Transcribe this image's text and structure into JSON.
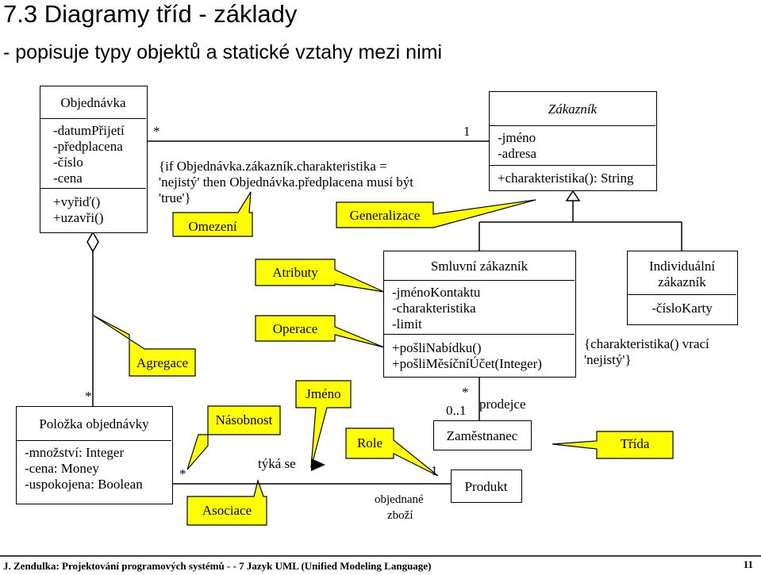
{
  "slide": {
    "title": "7.3 Diagramy tříd - základy",
    "subtitle": "- popisuje typy objektů a statické vztahy mezi nimi",
    "footer": "J. Zendulka: Projektování programových systémů - - 7 Jazyk UML (Unified Modeling Language)",
    "page_number": "11"
  },
  "classes": {
    "objednavka": {
      "name": "Objednávka",
      "attributes": [
        "-datumPřijetí",
        "-předplacena",
        "-číslo",
        "-cena"
      ],
      "operations": [
        "+vyřiď()",
        "+uzavři()"
      ]
    },
    "zakaznik": {
      "name": "Zákazník",
      "attributes": [
        "-jméno",
        "-adresa"
      ],
      "operations": [
        "+charakteristika(): String"
      ]
    },
    "smluvni": {
      "name": "Smluvní zákazník",
      "attributes": [
        "-jménoKontaktu",
        "-charakteristika",
        "-limit"
      ],
      "operations": [
        "+pošliNabídku()",
        "+pošliMěsíčníÚčet(Integer)"
      ]
    },
    "individualni": {
      "name_line1": "Individuální",
      "name_line2": "zákazník",
      "attributes": [
        "-čísloKarty"
      ]
    },
    "polozka": {
      "name": "Položka objednávky",
      "attributes": [
        "-množství: Integer",
        "-cena: Money",
        "-uspokojena: Boolean"
      ]
    },
    "zamestnanec": {
      "name": "Zaměstnanec"
    },
    "produkt": {
      "name": "Produkt"
    }
  },
  "constraints": {
    "objednavka": [
      "{if Objednávka.zákazník.charakteristika =",
      "'nejistý' then Objednávka.předplacena musí být",
      "'true'}"
    ],
    "individualni": [
      "{charakteristika() vrací",
      "'nejistý'}"
    ]
  },
  "multiplicities": {
    "objednavka_side": "*",
    "zakaznik_side": "1",
    "aggregation_polozka_side": "*",
    "polozka_produkt_left": "*",
    "polozka_produkt_right": "1",
    "prodejce_many": "*",
    "prodejce_range": "0..1"
  },
  "labels": {
    "role_prodejce": "prodejce",
    "association_name": "týká se",
    "association_arrow": "▶",
    "role_objednane_line1": "objednané",
    "role_objednane_line2": "zboží"
  },
  "callouts": {
    "omezeni": "Omezení",
    "generalizace": "Generalizace",
    "atributy": "Atributy",
    "operace": "Operace",
    "agregace": "Agregace",
    "jmeno": "Jméno",
    "nasobnost": "Násobnost",
    "role": "Role",
    "asociace": "Asociace",
    "trida": "Třída"
  },
  "colors": {
    "callout_fill": "#ffff00",
    "line": "#000000",
    "background": "#ffffff"
  }
}
